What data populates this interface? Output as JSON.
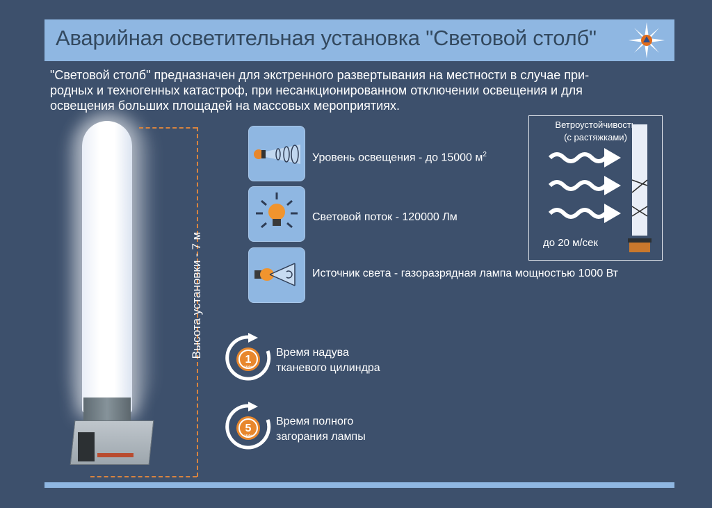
{
  "title": "Аварийная осветительная установка \"Световой столб\"",
  "intro": [
    "\"Световой столб\" предназначен для экстренного развертывания на местности в случае при-",
    "родных и техногенных катастроф, при несанкционированном отключении освещения и для",
    "освещения больших площадей на массовых мероприятиях."
  ],
  "height_label": "Высота установки - 7 м",
  "features": [
    {
      "label": "Уровень освещения - до 15000 м",
      "superscript": "2"
    },
    {
      "label": "Световой поток - 120000 Лм"
    },
    {
      "label": "Источник света - газоразрядная лампа мощностью 1000 Вт"
    }
  ],
  "wind": {
    "title_line1": "Ветроустойчивость",
    "title_line2": "(с растяжками)",
    "speed": "до 20 м/сек"
  },
  "timers": [
    {
      "number": "1",
      "unit": "МИН",
      "line1": "Время надува",
      "line2": "тканевого цилиндра"
    },
    {
      "number": "5",
      "unit": "МИН",
      "line1": "Время полного",
      "line2": "загорания лампы"
    }
  ],
  "colors": {
    "background": "#3d506c",
    "accent_blue": "#8fb7e2",
    "accent_orange": "#d9843f",
    "title_text": "#33495f"
  },
  "icons": [
    "emergency-emblem-icon",
    "spotlight-icon",
    "bulb-rays-icon",
    "lamp-source-icon",
    "wind-arrow-icon",
    "timer-icon"
  ]
}
